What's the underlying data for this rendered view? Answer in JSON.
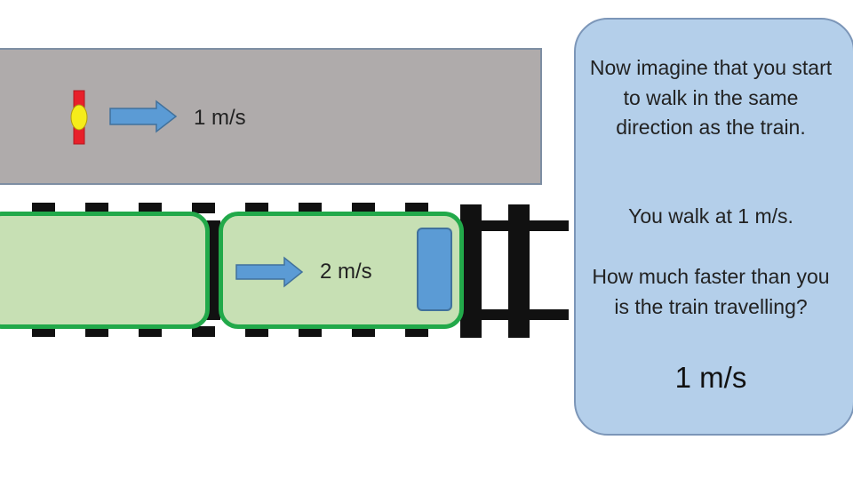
{
  "scene": {
    "walker_speed_label": "1 m/s",
    "train_speed_label": "2 m/s"
  },
  "panel": {
    "prompt": "Now imagine that you start to walk in the same direction as the train.",
    "walk_statement": "You walk at 1 m/s.",
    "question": "How much faster than you is the train travelling?",
    "answer": "1 m/s"
  },
  "colors": {
    "platform": "#afabab",
    "train_car": "#c7e0b4",
    "train_outline": "#22a94a",
    "arrow": "#5b9bd5",
    "panel": "#b4cfea",
    "track": "#111111"
  }
}
